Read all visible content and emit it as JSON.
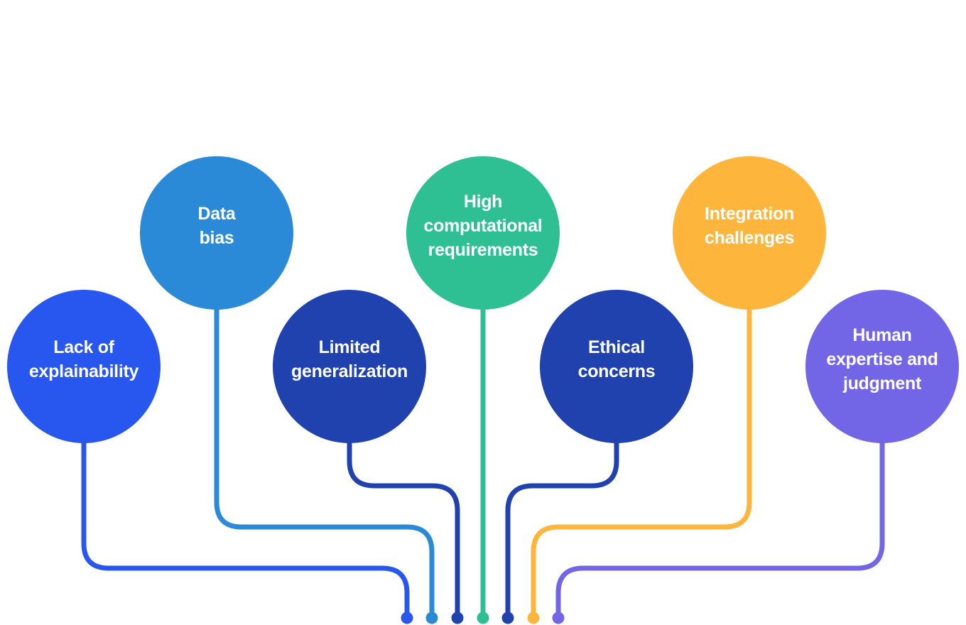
{
  "title": "Limitations of AI",
  "nodes": [
    {
      "id": "lack-of-explainability",
      "label": "Lack of\nexplainability",
      "color": "#2857F0",
      "row": "lower"
    },
    {
      "id": "data-bias",
      "label": "Data\nbias",
      "color": "#2B8AD8",
      "row": "upper"
    },
    {
      "id": "limited-generalization",
      "label": "Limited\ngeneralization",
      "color": "#2042AF",
      "row": "lower"
    },
    {
      "id": "high-computational-requirements",
      "label": "High\ncomputational\nrequirements",
      "color": "#2EC093",
      "row": "upper"
    },
    {
      "id": "ethical-concerns",
      "label": "Ethical\nconcerns",
      "color": "#2042AF",
      "row": "lower"
    },
    {
      "id": "integration-challenges",
      "label": "Integration\nchallenges",
      "color": "#FDB53C",
      "row": "upper"
    },
    {
      "id": "human-expertise-and-judgment",
      "label": "Human\nexpertise and\njudgment",
      "color": "#7266E6",
      "row": "lower"
    }
  ]
}
